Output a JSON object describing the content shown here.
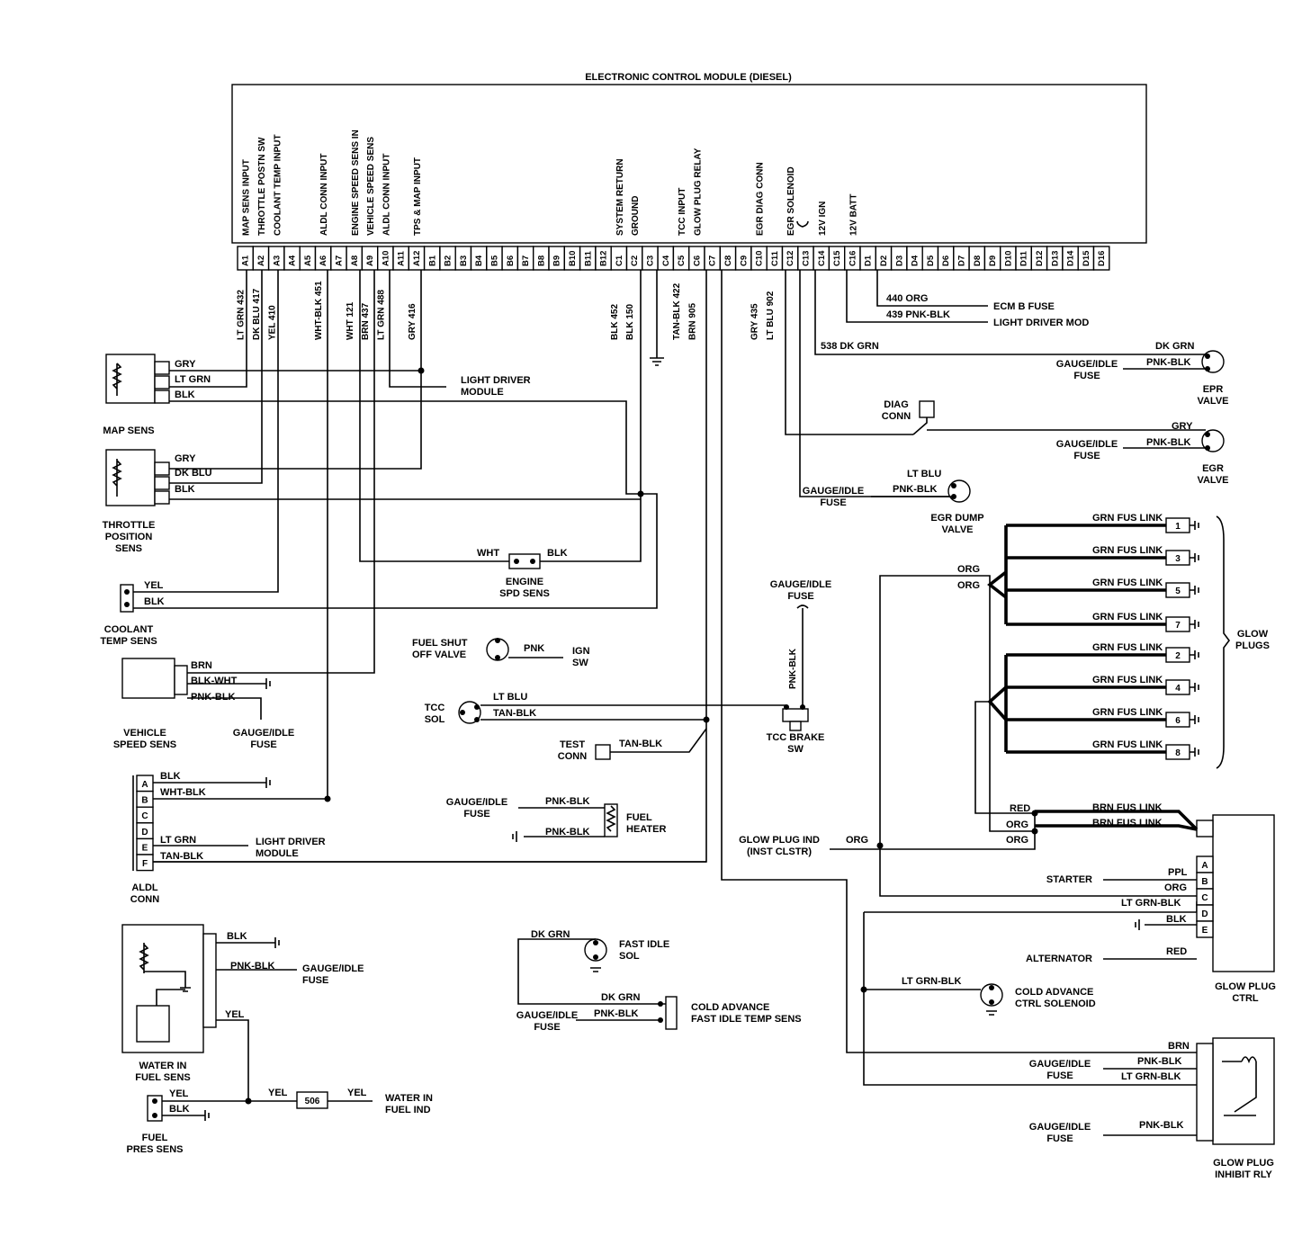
{
  "ecm_title": "ELECTRONIC CONTROL MODULE (DIESEL)",
  "ecm_functions": {
    "A1": "MAP SENS INPUT",
    "A2": "THROTTLE POSTN SW",
    "A3": "COOLANT TEMP INPUT",
    "A6": "ALDL CONN INPUT",
    "A8": "ENGINE SPEED SENS IN",
    "A9": "VEHICLE SPEED SENS",
    "A10": "ALDL CONN INPUT",
    "A12": "TPS & MAP INPUT",
    "C1": "SYSTEM RETURN",
    "C2": "GROUND",
    "C5": "TCC INPUT",
    "C6": "GLOW PLUG RELAY",
    "C10": "EGR DIAG CONN",
    "C12": "EGR SOLENOID",
    "C14": "12V IGN",
    "C16": "12V BATT"
  },
  "pins": [
    "A1",
    "A2",
    "A3",
    "A4",
    "A5",
    "A6",
    "A7",
    "A8",
    "A9",
    "A10",
    "A11",
    "A12",
    "B1",
    "B2",
    "B3",
    "B4",
    "B5",
    "B6",
    "B7",
    "B8",
    "B9",
    "B10",
    "B11",
    "B12",
    "C1",
    "C2",
    "C3",
    "C4",
    "C5",
    "C6",
    "C7",
    "C8",
    "C9",
    "C10",
    "C11",
    "C12",
    "C13",
    "C14",
    "C15",
    "C16",
    "D1",
    "D2",
    "D3",
    "D4",
    "D5",
    "D6",
    "D7",
    "D8",
    "D9",
    "D10",
    "D11",
    "D12",
    "D13",
    "D14",
    "D15",
    "D16"
  ],
  "wire_ids": {
    "A1": "LT GRN 432",
    "A2": "DK BLU 417",
    "A3": "YEL 410",
    "A6": "WHT-BLK 451",
    "A8": "WHT 121",
    "A9": "BRN 437",
    "A10": "LT GRN 488",
    "A12": "GRY 416",
    "C1": "BLK 452",
    "C2": "BLK 150",
    "C5": "TAN-BLK 422",
    "C6": "BRN 905",
    "C10": "GRY 435",
    "C11": "LT BLU 902",
    "C12": "538 DK GRN",
    "C14": "439 PNK-BLK",
    "C16": "440 ORG"
  },
  "labels": {
    "ecm_b_fuse": "ECM B FUSE",
    "light_driver_mod": "LIGHT DRIVER MOD",
    "light_driver_module": "LIGHT DRIVER MODULE",
    "map_sens": "MAP SENS",
    "throttle_position_sens": "THROTTLE POSITION SENS",
    "coolant_temp_sens": "COOLANT TEMP SENS",
    "engine_spd_sens": "ENGINE SPD SENS",
    "vehicle_speed_sens": "VEHICLE SPEED SENS",
    "gauge_idle_fuse": "GAUGE/IDLE FUSE",
    "aldl_conn": "ALDL CONN",
    "fuel_shut_off_valve": "FUEL SHUT OFF VALVE",
    "ign_sw": "IGN SW",
    "tcc_sol": "TCC SOL",
    "test_conn": "TEST CONN",
    "tcc_brake_sw": "TCC BRAKE SW",
    "fuel_heater": "FUEL HEATER",
    "water_in_fuel_sens": "WATER IN FUEL SENS",
    "fuel_pres_sens": "FUEL PRES SENS",
    "water_in_fuel_ind": "WATER IN FUEL IND",
    "fast_idle_sol": "FAST IDLE SOL",
    "cold_advance_fast_idle_temp_sens": "COLD ADVANCE FAST IDLE TEMP SENS",
    "epr_valve": "EPR VALVE",
    "egr_valve": "EGR VALVE",
    "diag_conn": "DIAG CONN",
    "egr_dump_valve": "EGR DUMP VALVE",
    "glow_plugs": "GLOW PLUGS",
    "glow_plug_ind": "GLOW PLUG IND (INST CLSTR)",
    "starter": "STARTER",
    "alternator": "ALTERNATOR",
    "glow_plug_ctrl": "GLOW PLUG CTRL",
    "cold_advance_ctrl_solenoid": "COLD ADVANCE CTRL SOLENOID",
    "glow_plug_inhibit_rly": "GLOW PLUG INHIBIT RLY",
    "grn_fus_link": "GRN FUS LINK",
    "brn_fus_link": "BRN FUS LINK",
    "code_506": "506"
  },
  "colors": {
    "gry": "GRY",
    "lt_grn": "LT GRN",
    "blk": "BLK",
    "dk_blu": "DK BLU",
    "yel": "YEL",
    "wht": "WHT",
    "brn": "BRN",
    "blk_wht": "BLK-WHT",
    "pnk_blk": "PNK-BLK",
    "wht_blk": "WHT-BLK",
    "tan_blk": "TAN-BLK",
    "pnk": "PNK",
    "lt_blu": "LT BLU",
    "dk_grn": "DK GRN",
    "org": "ORG",
    "red": "RED",
    "ppl": "PPL",
    "lt_grn_blk": "LT GRN-BLK"
  },
  "aldl_pins": [
    "A",
    "B",
    "C",
    "D",
    "E",
    "F"
  ],
  "ctrl_pins": [
    "A",
    "B",
    "C",
    "D",
    "E"
  ],
  "glow_plug_numbers": [
    "1",
    "3",
    "5",
    "7",
    "2",
    "4",
    "6",
    "8"
  ]
}
